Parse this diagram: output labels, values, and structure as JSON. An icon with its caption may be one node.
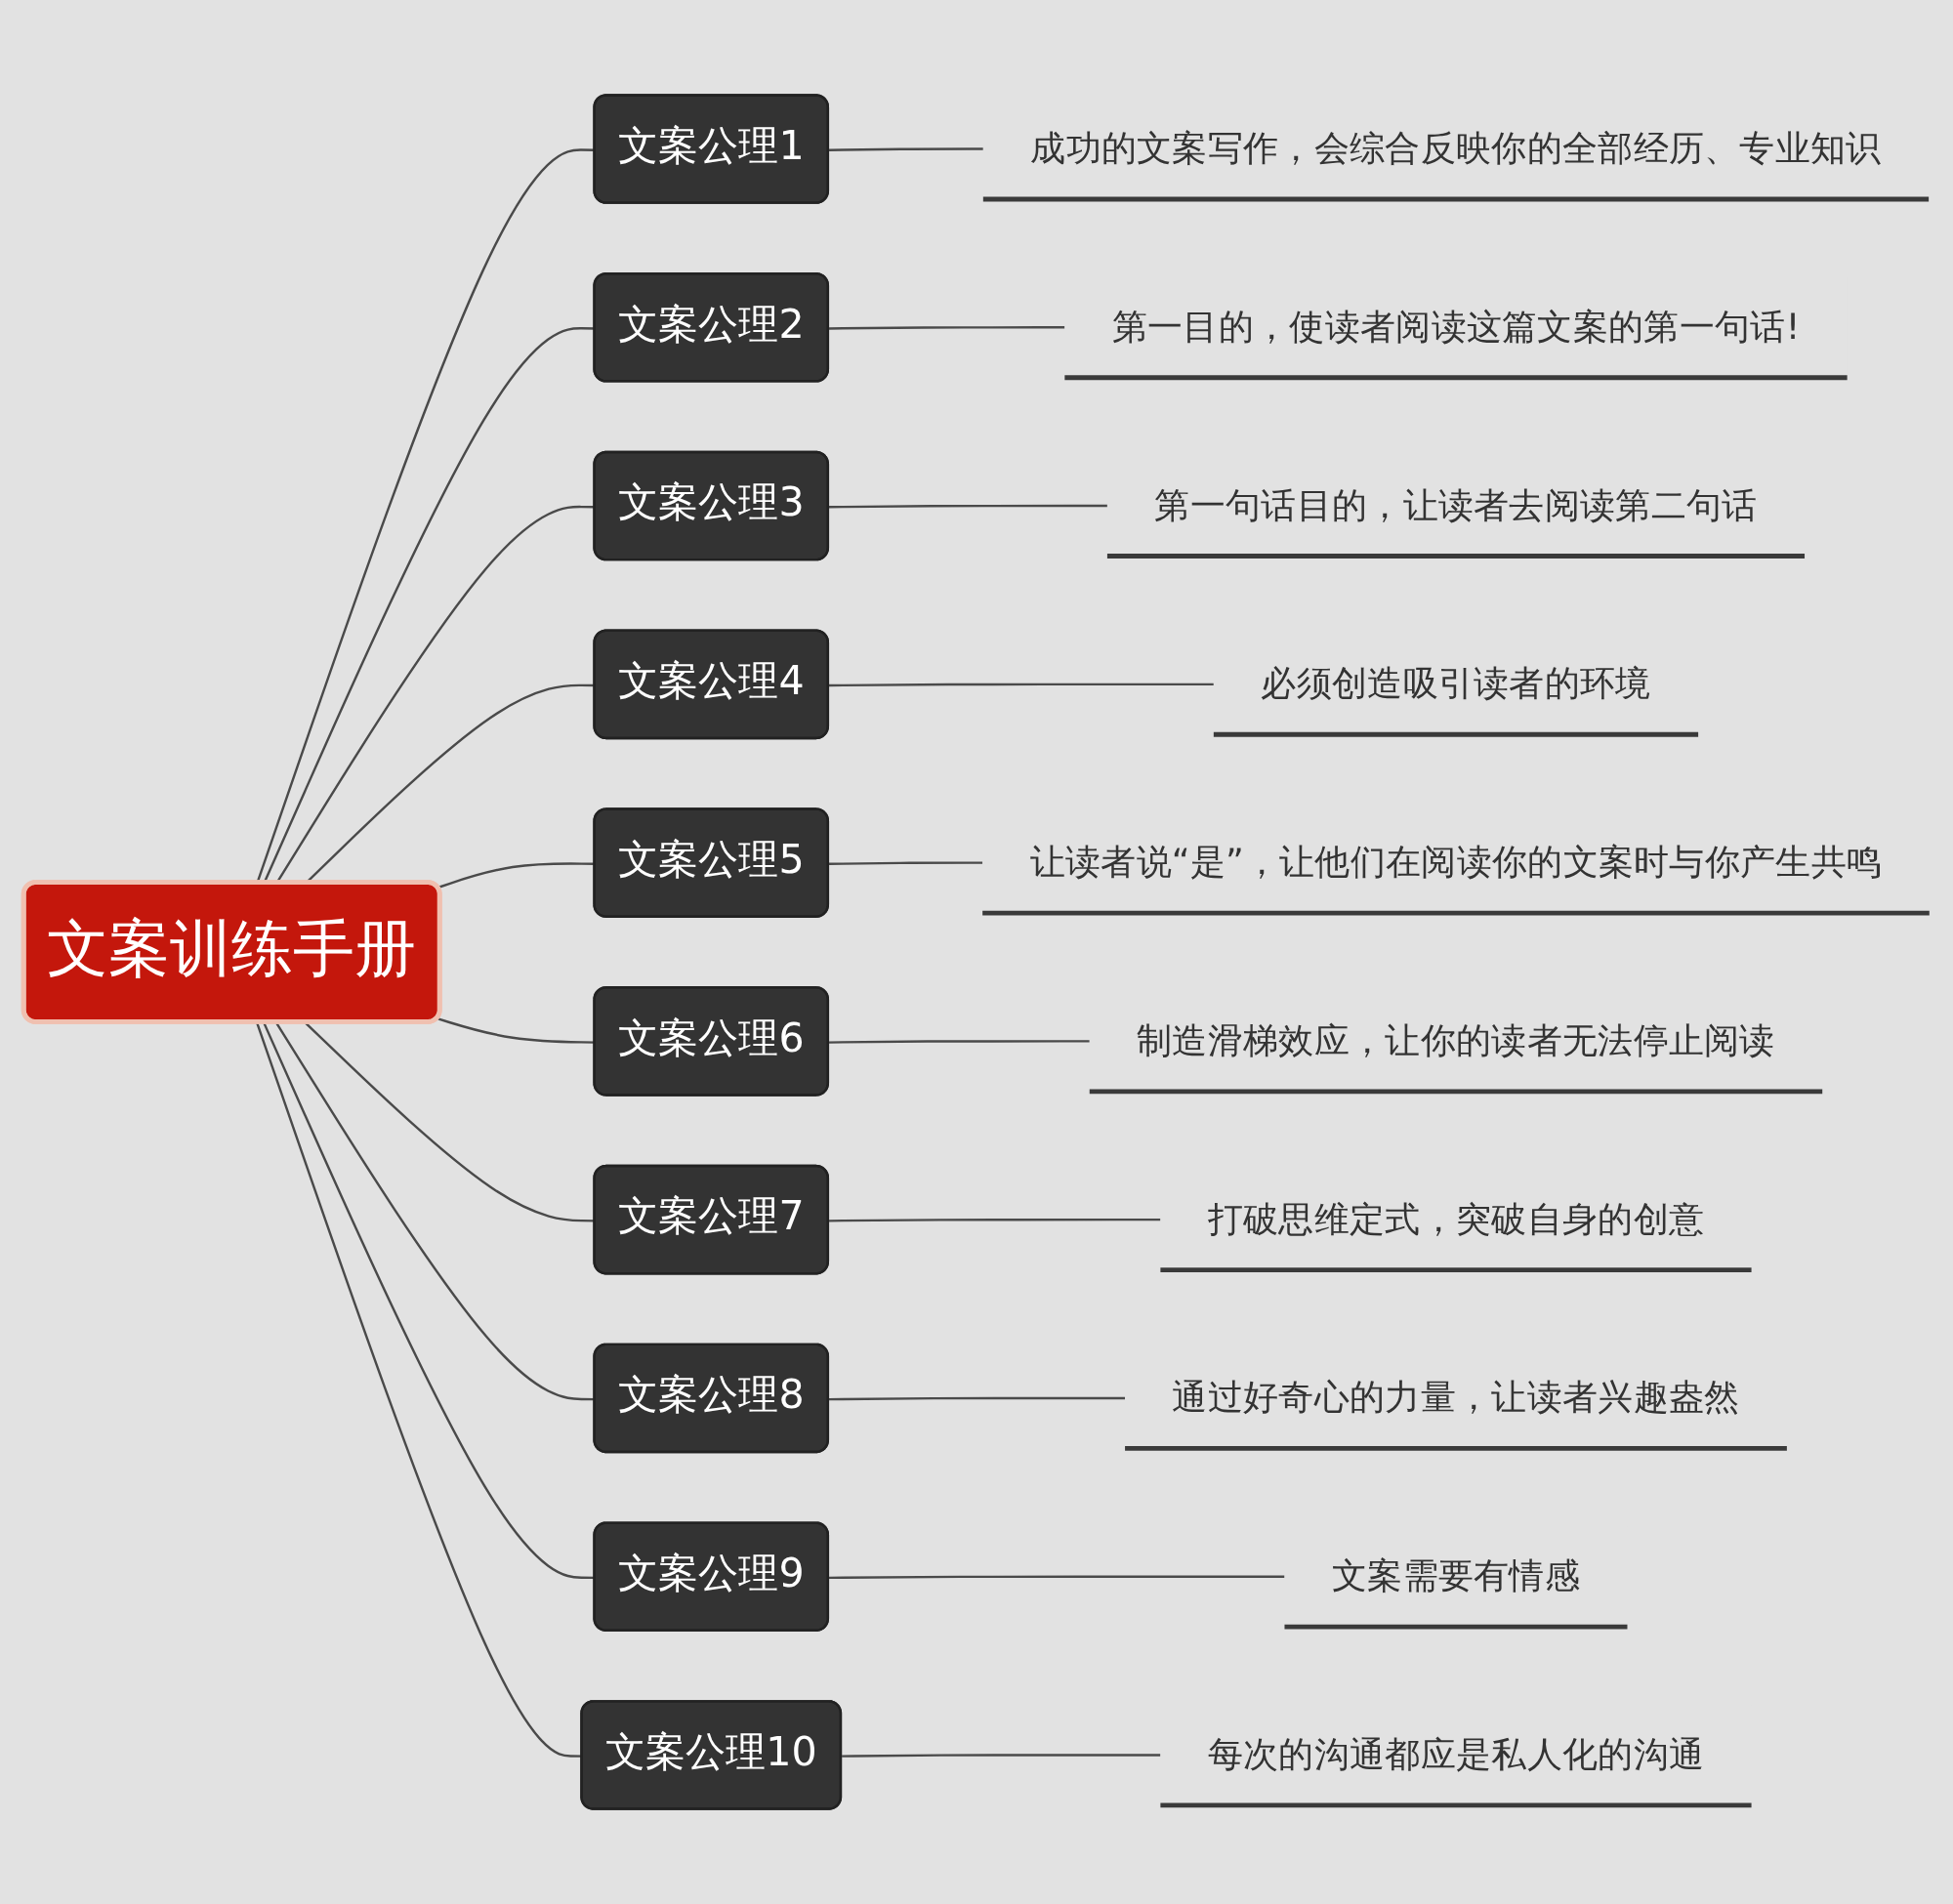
{
  "diagram": {
    "nodes": [
      {
        "text": [
          "文案训练手册"
        ]
      },
      {
        "text": [
          "文案公理1"
        ]
      },
      {
        "text": [
          "成功的文案写作，会综合反映你的全部经历、专业知识"
        ]
      },
      {
        "text": [
          "文案公理2"
        ]
      },
      {
        "text": [
          "第一目的，使读者阅读这篇文案的第一句话!"
        ]
      },
      {
        "text": [
          "文案公理3"
        ]
      },
      {
        "text": [
          "第一句话目的，让读者去阅读第二句话"
        ]
      },
      {
        "text": [
          "文案公理4"
        ]
      },
      {
        "text": [
          "必须创造吸引读者的环境"
        ]
      },
      {
        "text": [
          "文案公理5"
        ]
      },
      {
        "text": [
          "让读者说“是”，让他们在阅读你的文案时与你产生共鸣"
        ]
      },
      {
        "text": [
          "文案公理6"
        ]
      },
      {
        "text": [
          "制造滑梯效应，让你的读者无法停止阅读"
        ]
      },
      {
        "text": [
          "文案公理7"
        ]
      },
      {
        "text": [
          "打破思维定式，突破自身的创意"
        ]
      },
      {
        "text": [
          "文案公理8"
        ]
      },
      {
        "text": [
          "通过好奇心的力量，让读者兴趣盎然"
        ]
      },
      {
        "text": [
          "文案公理9"
        ]
      },
      {
        "text": [
          "文案需要有情感"
        ]
      },
      {
        "text": [
          "文案公理10"
        ]
      },
      {
        "text": [
          "每次的沟通都应是私人化的沟通"
        ]
      }
    ],
    "edges": [
      {
        "from": 0,
        "to": 1,
        "arrow": "none"
      },
      {
        "from": 1,
        "to": 2,
        "arrow": "none"
      },
      {
        "from": 0,
        "to": 3,
        "arrow": "none"
      },
      {
        "from": 3,
        "to": 4,
        "arrow": "none"
      },
      {
        "from": 0,
        "to": 5,
        "arrow": "none"
      },
      {
        "from": 5,
        "to": 6,
        "arrow": "none"
      },
      {
        "from": 0,
        "to": 7,
        "arrow": "none"
      },
      {
        "from": 7,
        "to": 8,
        "arrow": "none"
      },
      {
        "from": 0,
        "to": 9,
        "arrow": "none"
      },
      {
        "from": 9,
        "to": 10,
        "arrow": "none"
      },
      {
        "from": 0,
        "to": 11,
        "arrow": "none"
      },
      {
        "from": 11,
        "to": 12,
        "arrow": "none"
      },
      {
        "from": 0,
        "to": 13,
        "arrow": "none"
      },
      {
        "from": 13,
        "to": 14,
        "arrow": "none"
      },
      {
        "from": 0,
        "to": 15,
        "arrow": "none"
      },
      {
        "from": 15,
        "to": 16,
        "arrow": "none"
      },
      {
        "from": 0,
        "to": 17,
        "arrow": "none"
      },
      {
        "from": 17,
        "to": 18,
        "arrow": "none"
      },
      {
        "from": 0,
        "to": 19,
        "arrow": "none"
      },
      {
        "from": 19,
        "to": 20,
        "arrow": "none"
      }
    ]
  }
}
